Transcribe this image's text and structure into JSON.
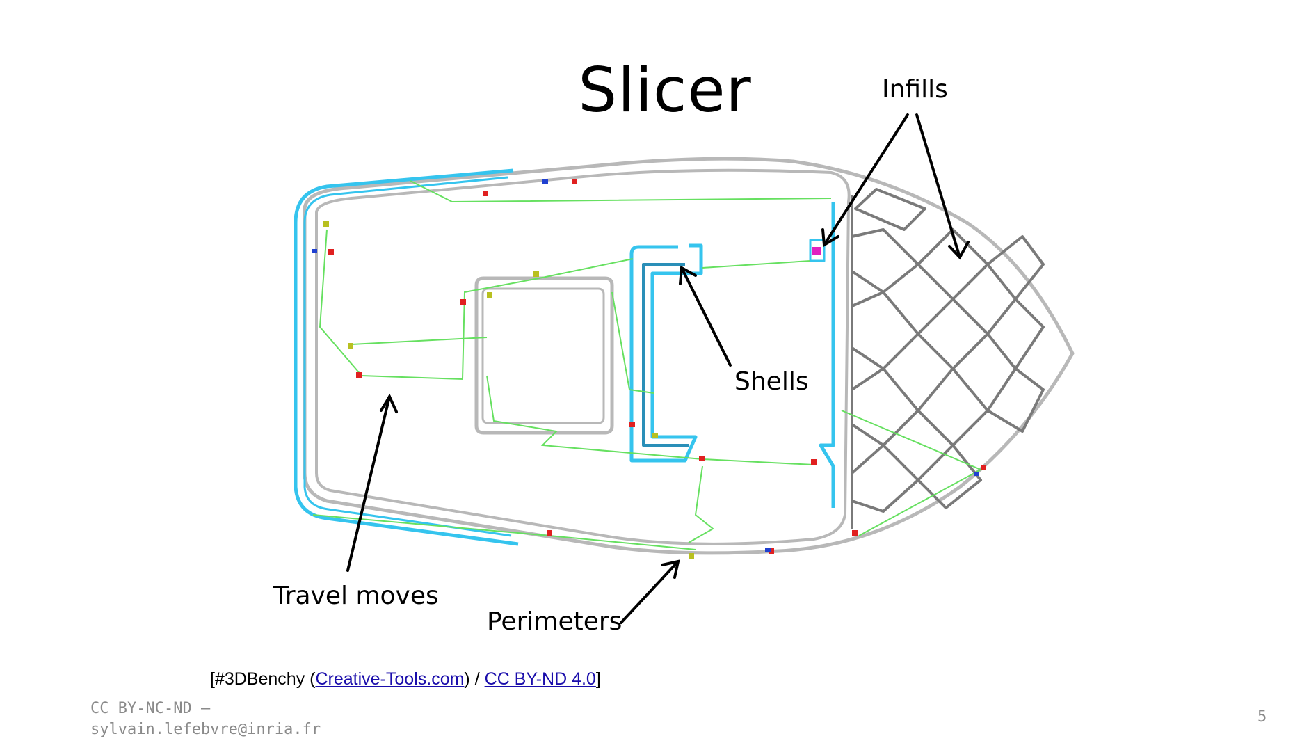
{
  "slide": {
    "title": "Slicer",
    "labels": {
      "infills": "Infills",
      "shells": "Shells",
      "travel_moves": "Travel moves",
      "perimeters": "Perimeters"
    },
    "credit": {
      "open": "[#3DBenchy (",
      "link1": "Creative-Tools.com",
      "mid": ") / ",
      "link2": "CC BY-ND 4.0",
      "close": "]"
    },
    "footer": {
      "license_line": "CC BY-NC-ND –",
      "email": "sylvain.lefebvre@inria.fr"
    },
    "page_number": "5"
  },
  "colors": {
    "perimeter": "#b8b8b8",
    "shell": "#35c4ee",
    "shell_dark": "#2a8fb8",
    "infill": "#7a7a7a",
    "travel": "#66e060",
    "arrow": "#000000"
  }
}
